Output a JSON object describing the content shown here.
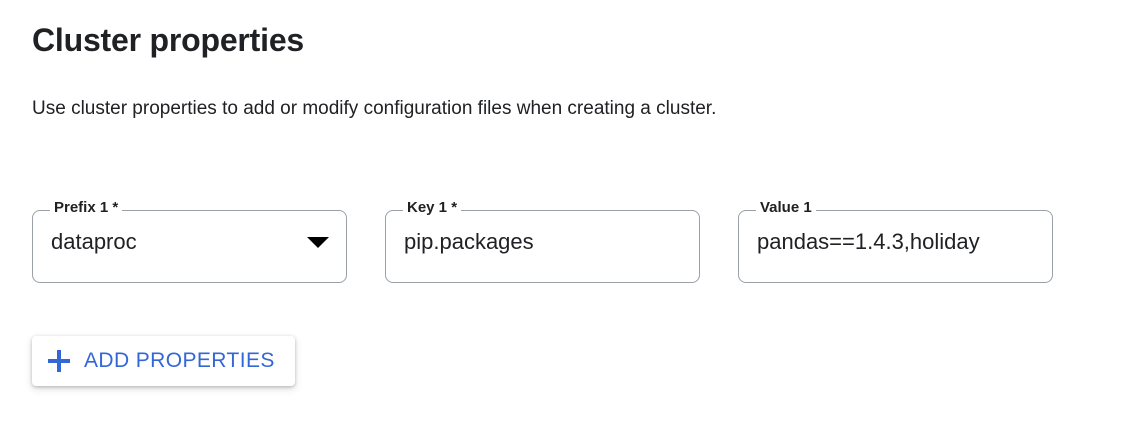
{
  "page": {
    "title": "Cluster properties",
    "description": "Use cluster properties to add or modify configuration files when creating a cluster."
  },
  "form": {
    "fields": [
      {
        "name": "prefix",
        "label": "Prefix 1 *",
        "value": "dataproc",
        "control": "select",
        "icon": "chevron-down-icon",
        "required": true
      },
      {
        "name": "key",
        "label": "Key 1 *",
        "value": "pip.packages",
        "control": "text",
        "required": true
      },
      {
        "name": "value",
        "label": "Value 1",
        "value": "pandas==1.4.3,holiday",
        "control": "text",
        "required": false
      }
    ]
  },
  "actions": {
    "add_properties": {
      "label": "ADD PROPERTIES",
      "icon": "plus-icon"
    }
  },
  "colors": {
    "accent": "#3367d6",
    "text": "#202124",
    "border": "#9aa0a6",
    "background": "#ffffff"
  }
}
